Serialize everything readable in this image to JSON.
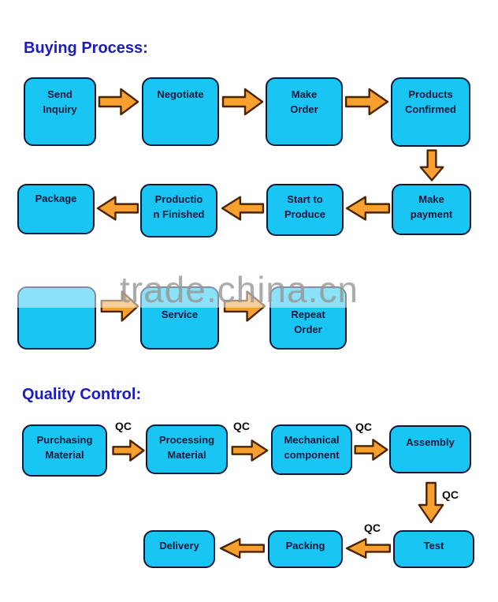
{
  "titles": {
    "buying": "Buying Process:",
    "quality": "Quality Control:"
  },
  "watermark": {
    "text": "trade.china.cn"
  },
  "qc_label": "QC",
  "colors": {
    "box_fill": "#18c5f3",
    "box_border": "#0c1a38",
    "box_text": "#13173a",
    "arrow_fill": "#f7a02e",
    "arrow_border": "#4a2500",
    "title_blue": "#1b1bc4",
    "watermark_gray": "#979797",
    "qc_text": "#0a0a0a",
    "background": "#ffffff"
  },
  "buying": {
    "send_inquiry": {
      "line1": "Send",
      "line2": "Inquiry"
    },
    "negotiate": {
      "line1": "Negotiate"
    },
    "make_order": {
      "line1": "Make",
      "line2": "Order"
    },
    "products_confirmed": {
      "line1": "Products",
      "line2": "Confirmed"
    },
    "make_payment": {
      "line1": "Make",
      "line2": "payment"
    },
    "start_to_produce": {
      "line1": "Start to",
      "line2": "Produce"
    },
    "production_finished": {
      "line1": "Productio",
      "line2": "n Finished"
    },
    "package": {
      "line1": "Package"
    },
    "blank": {
      "line1": ""
    },
    "service": {
      "line1": "Service"
    },
    "repeat_order": {
      "line1": "Repeat",
      "line2": "Order"
    }
  },
  "quality": {
    "purchasing_material": {
      "line1": "Purchasing",
      "line2": "Material"
    },
    "processing_material": {
      "line1": "Processing",
      "line2": "Material"
    },
    "mechanical_component": {
      "line1": "Mechanical",
      "line2": "component"
    },
    "assembly": {
      "line1": "Assembly"
    },
    "test": {
      "line1": "Test"
    },
    "packing": {
      "line1": "Packing"
    },
    "delivery": {
      "line1": "Delivery"
    }
  }
}
